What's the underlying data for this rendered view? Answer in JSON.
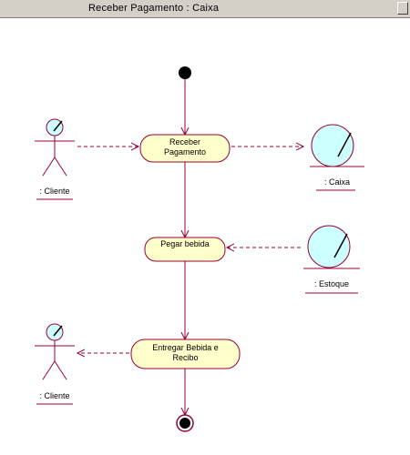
{
  "window": {
    "title": "Receber Pagamento : Caixa"
  },
  "colors": {
    "titlebar": "#d4d0c8",
    "activity_fill": "#ffffcc",
    "activity_stroke": "#990033",
    "arrow": "#990033",
    "dashed": "#990033",
    "actor_head_fill": "#ccffff",
    "node_fill": "#000000"
  },
  "diagram": {
    "actors": [
      {
        "id": "cliente-top",
        "label": ": Cliente"
      },
      {
        "id": "cliente-bottom",
        "label": ": Cliente"
      }
    ],
    "objects": [
      {
        "id": "caixa",
        "label": ": Caixa"
      },
      {
        "id": "estoque",
        "label": ": Estoque"
      }
    ],
    "activities": [
      {
        "id": "receber-pagamento",
        "line1": "Receber",
        "line2": "Pagamento"
      },
      {
        "id": "pegar-bebida",
        "line1": "Pegar bebida",
        "line2": ""
      },
      {
        "id": "entregar-bebida",
        "line1": "Entregar Bebida e",
        "line2": "Recibo"
      }
    ]
  }
}
